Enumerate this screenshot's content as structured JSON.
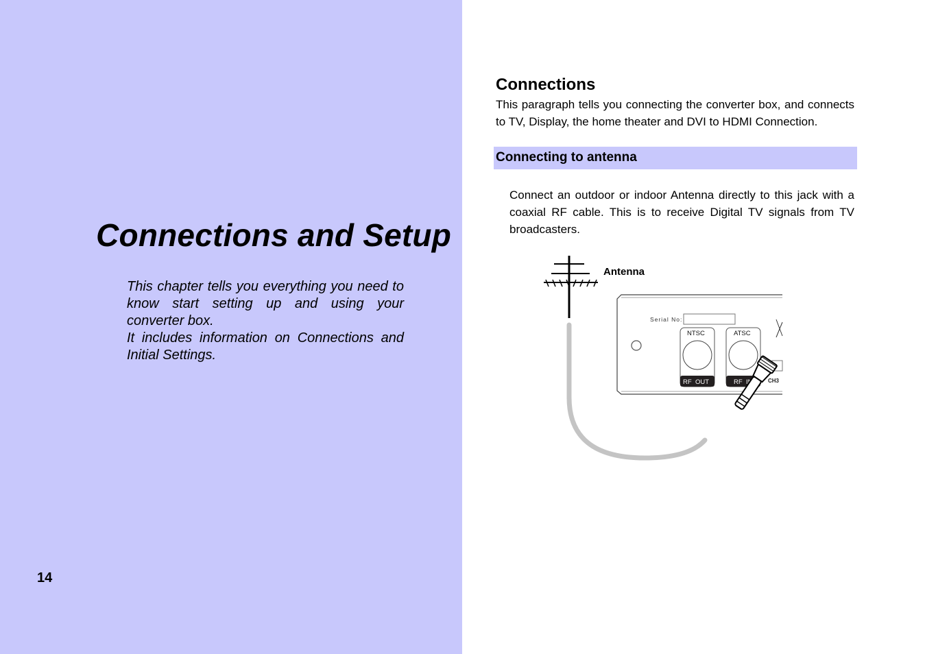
{
  "chapter": {
    "title": "Connections and Setup",
    "intro_line1": "This chapter tells you everything you need to know start setting up and using your converter box.",
    "intro_line2": "It includes information on Connections and Initial Settings.",
    "page_number": "14"
  },
  "connections": {
    "heading": "Connections",
    "paragraph": "This paragraph tells you connecting the converter box, and connects to TV, Display, the home theater and DVI to HDMI Connection."
  },
  "antenna_section": {
    "heading": "Connecting to antenna",
    "paragraph": "Connect an outdoor or indoor Antenna directly to this jack with a coaxial RF cable. This is to receive Digital TV signals from TV broadcasters."
  },
  "figure": {
    "antenna_label": "Antenna",
    "serial_label": "Serial No:",
    "ntsc_label": "NTSC",
    "atsc_label": "ATSC",
    "rf_out_rf": "RF",
    "rf_out_label": "OUT",
    "rf_in_rf": "RF",
    "rf_in_label": "IN",
    "ch3_label": "CH3",
    "label_background": "#231f20",
    "cable_color": "#c4c4c4"
  }
}
